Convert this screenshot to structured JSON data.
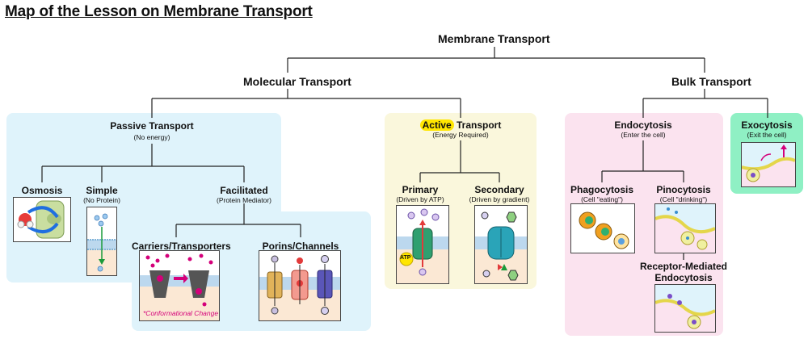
{
  "title": "Map of the Lesson on Membrane Transport",
  "root": "Membrane Transport",
  "molecular": "Molecular Transport",
  "bulk": "Bulk Transport",
  "passive": {
    "title": "Passive Transport",
    "sub": "(No energy)"
  },
  "active": {
    "title_highlight": "Active",
    "title_rest": " Transport",
    "sub": "(Energy Required)"
  },
  "osmosis": {
    "title": "Osmosis"
  },
  "simple": {
    "title": "Simple",
    "sub": "(No Protein)"
  },
  "facilitated": {
    "title": "Facilitated",
    "sub": "(Protein Mediator)"
  },
  "carriers": {
    "title": "Carriers/Transporters",
    "note": "*Conformational Change"
  },
  "porins": {
    "title": "Porins/Channels"
  },
  "primary": {
    "title": "Primary",
    "sub": "(Driven by ATP)",
    "atp": "ATP"
  },
  "secondary": {
    "title": "Secondary",
    "sub": "(Driven by gradient)"
  },
  "endocytosis": {
    "title": "Endocytosis",
    "sub": "(Enter the cell)"
  },
  "exocytosis": {
    "title": "Exocytosis",
    "sub": "(Exit the cell)"
  },
  "phagocytosis": {
    "title": "Phagocytosis",
    "sub": "(Cell \"eating\")"
  },
  "pinocytosis": {
    "title": "Pinocytosis",
    "sub": "(Cell \"drinking\")"
  },
  "receptor": {
    "line1": "Receptor-Mediated",
    "line2": "Endocytosis"
  },
  "colors": {
    "passive_bg": "#dff3fb",
    "active_bg": "#faf7dc",
    "endo_bg": "#fbe3ef",
    "exo_bg": "#8ff0c4",
    "highlight": "#ffe600",
    "membrane": "#7fb3d9",
    "pink": "#d4007a"
  }
}
